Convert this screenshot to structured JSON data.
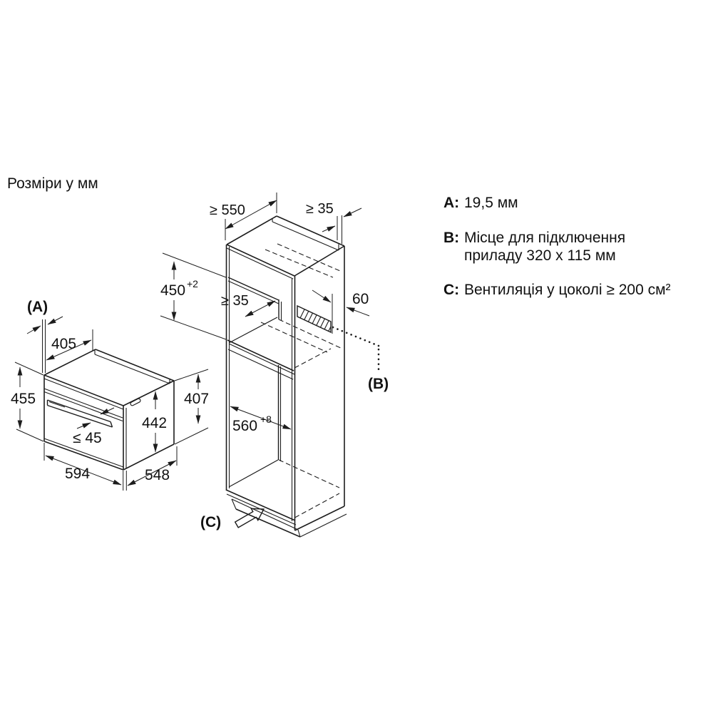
{
  "title": "Розміри у мм",
  "legend": {
    "a_key": "A:",
    "a_text": "19,5 мм",
    "b_key": "B:",
    "b_line1": "Місце для підключення",
    "b_line2": "приладу 320 x 115 мм",
    "c_key": "C:",
    "c_text": "Вентиляція у цоколі ≥ 200 см²"
  },
  "oven": {
    "label": "(A)",
    "dim_top_depth": "405",
    "dim_front_height": "455",
    "dim_rear_height": "407",
    "dim_side_height": "442",
    "dim_handle_max": "≤ 45",
    "dim_width": "594",
    "dim_depth": "548"
  },
  "cabinet": {
    "dim_min_depth": "≥ 550",
    "dim_top_rear_gap": "≥ 35",
    "dim_niche_height": "450",
    "dim_niche_height_tol": "+2",
    "dim_shelf_rear_gap": "≥ 35",
    "dim_conn_offset": "60",
    "dim_niche_width": "560",
    "dim_niche_width_tol": "+8",
    "label_b": "(B)",
    "label_c": "(C)"
  }
}
